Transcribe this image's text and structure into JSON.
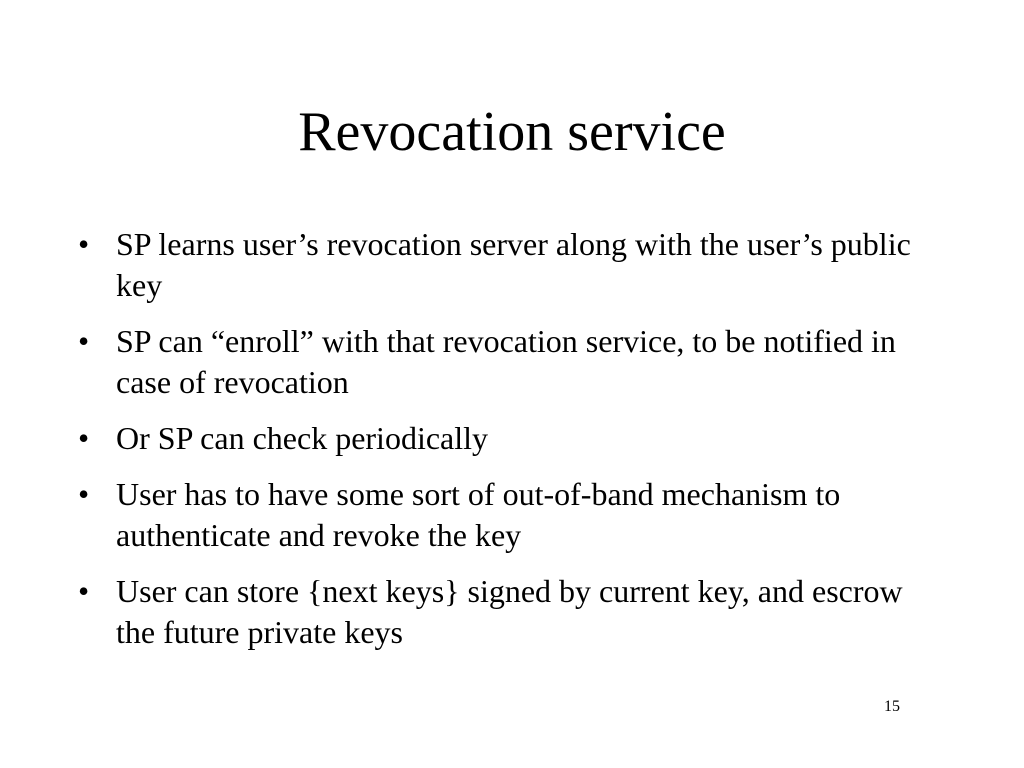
{
  "slide": {
    "title": "Revocation service",
    "bullet_symbol": "•",
    "bullets": [
      "SP learns user’s revocation server along with the user’s public key",
      "SP can “enroll” with that revocation service, to be notified in case of revocation",
      "Or SP can check periodically",
      "User has to have some sort of out-of-band mechanism to authenticate and revoke the key",
      "User can store {next keys} signed by current key, and escrow the future private keys"
    ],
    "page_number": "15"
  }
}
